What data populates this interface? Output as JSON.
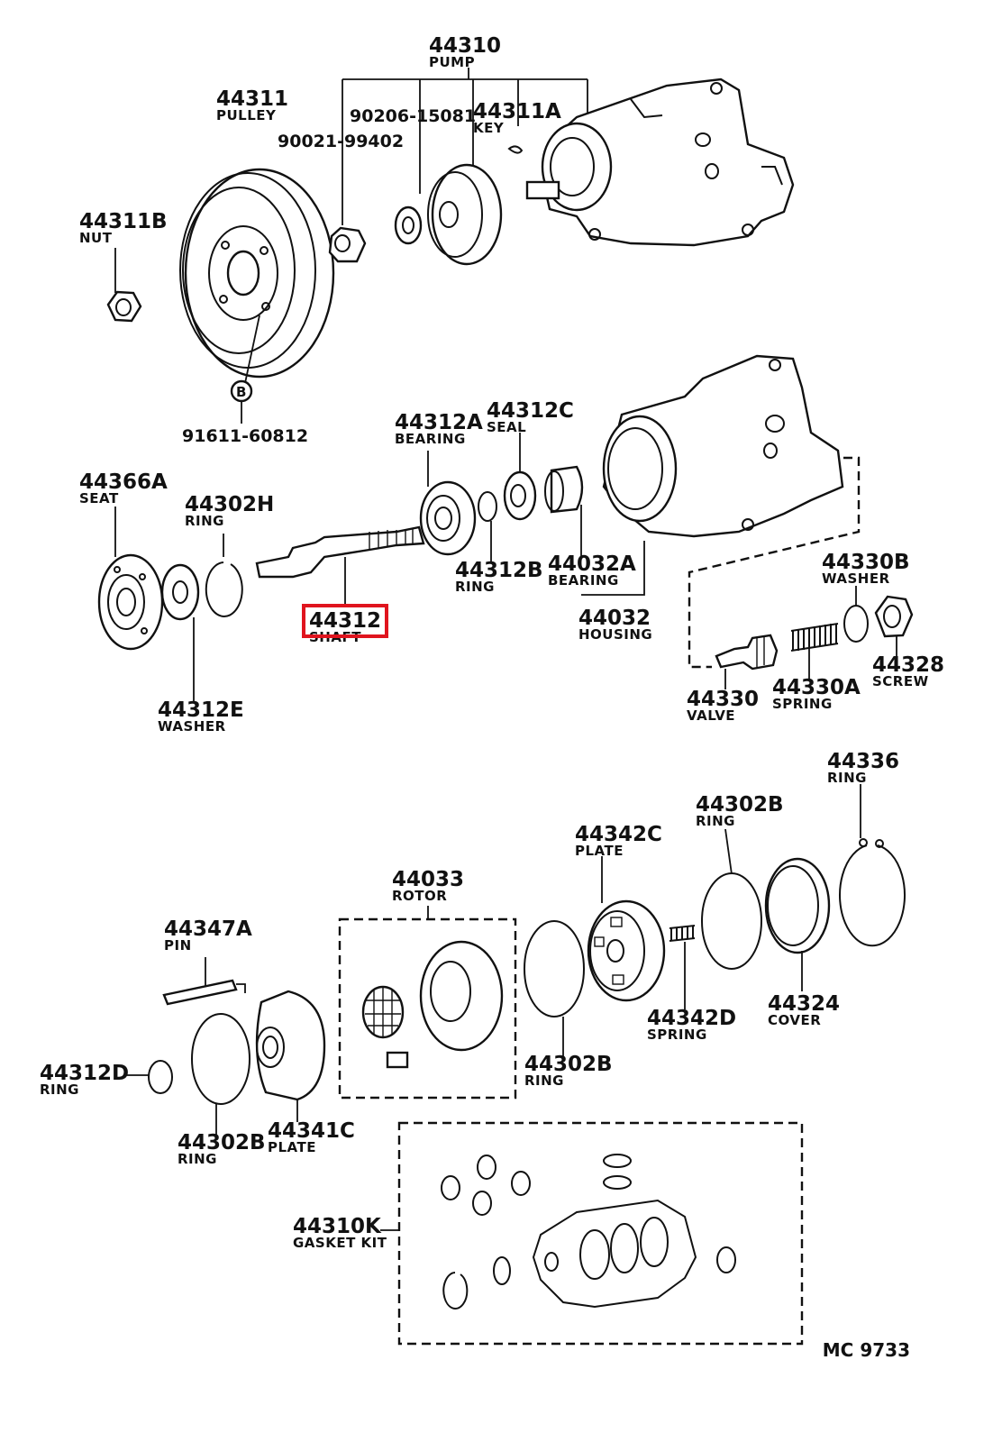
{
  "parts": [
    {
      "id": "pump",
      "number": "44310",
      "name": "PUMP"
    },
    {
      "id": "pulley",
      "number": "44311",
      "name": "PULLEY"
    },
    {
      "id": "nut-b",
      "number": "44311B",
      "name": "NUT"
    },
    {
      "id": "key",
      "number": "44311A",
      "name": "KEY"
    },
    {
      "id": "nut-90021",
      "number": "90021-99402",
      "name": ""
    },
    {
      "id": "washer-90206",
      "number": "90206-15081",
      "name": ""
    },
    {
      "id": "bolt-91611",
      "number": "91611-60812",
      "name": ""
    },
    {
      "id": "seat",
      "number": "44366A",
      "name": "SEAT"
    },
    {
      "id": "ring-h",
      "number": "44302H",
      "name": "RING"
    },
    {
      "id": "bearing-a",
      "number": "44312A",
      "name": "BEARING"
    },
    {
      "id": "seal-c",
      "number": "44312C",
      "name": "SEAL"
    },
    {
      "id": "ring-b",
      "number": "44312B",
      "name": "RING"
    },
    {
      "id": "bearing-32a",
      "number": "44032A",
      "name": "BEARING"
    },
    {
      "id": "shaft",
      "number": "44312",
      "name": "SHAFT"
    },
    {
      "id": "housing",
      "number": "44032",
      "name": "HOUSING"
    },
    {
      "id": "washer-e",
      "number": "44312E",
      "name": "WASHER"
    },
    {
      "id": "washer-30b",
      "number": "44330B",
      "name": "WASHER"
    },
    {
      "id": "screw",
      "number": "44328",
      "name": "SCREW"
    },
    {
      "id": "spring-30a",
      "number": "44330A",
      "name": "SPRING"
    },
    {
      "id": "valve",
      "number": "44330",
      "name": "VALVE"
    },
    {
      "id": "ring-36",
      "number": "44336",
      "name": "RING"
    },
    {
      "id": "ring-02b-top",
      "number": "44302B",
      "name": "RING"
    },
    {
      "id": "plate-42c",
      "number": "44342C",
      "name": "PLATE"
    },
    {
      "id": "rotor",
      "number": "44033",
      "name": "ROTOR"
    },
    {
      "id": "pin",
      "number": "44347A",
      "name": "PIN"
    },
    {
      "id": "spring-42d",
      "number": "44342D",
      "name": "SPRING"
    },
    {
      "id": "cover",
      "number": "44324",
      "name": "COVER"
    },
    {
      "id": "ring-d",
      "number": "44312D",
      "name": "RING"
    },
    {
      "id": "ring-02b-mid",
      "number": "44302B",
      "name": "RING"
    },
    {
      "id": "ring-02b-low",
      "number": "44302B",
      "name": "RING"
    },
    {
      "id": "plate-41c",
      "number": "44341C",
      "name": "PLATE"
    },
    {
      "id": "gasket-kit",
      "number": "44310K",
      "name": "GASKET KIT"
    }
  ],
  "marker": "B",
  "drawing_code": "MC 9733",
  "highlighted_part": "44312",
  "highlight_color": "#e0141e"
}
